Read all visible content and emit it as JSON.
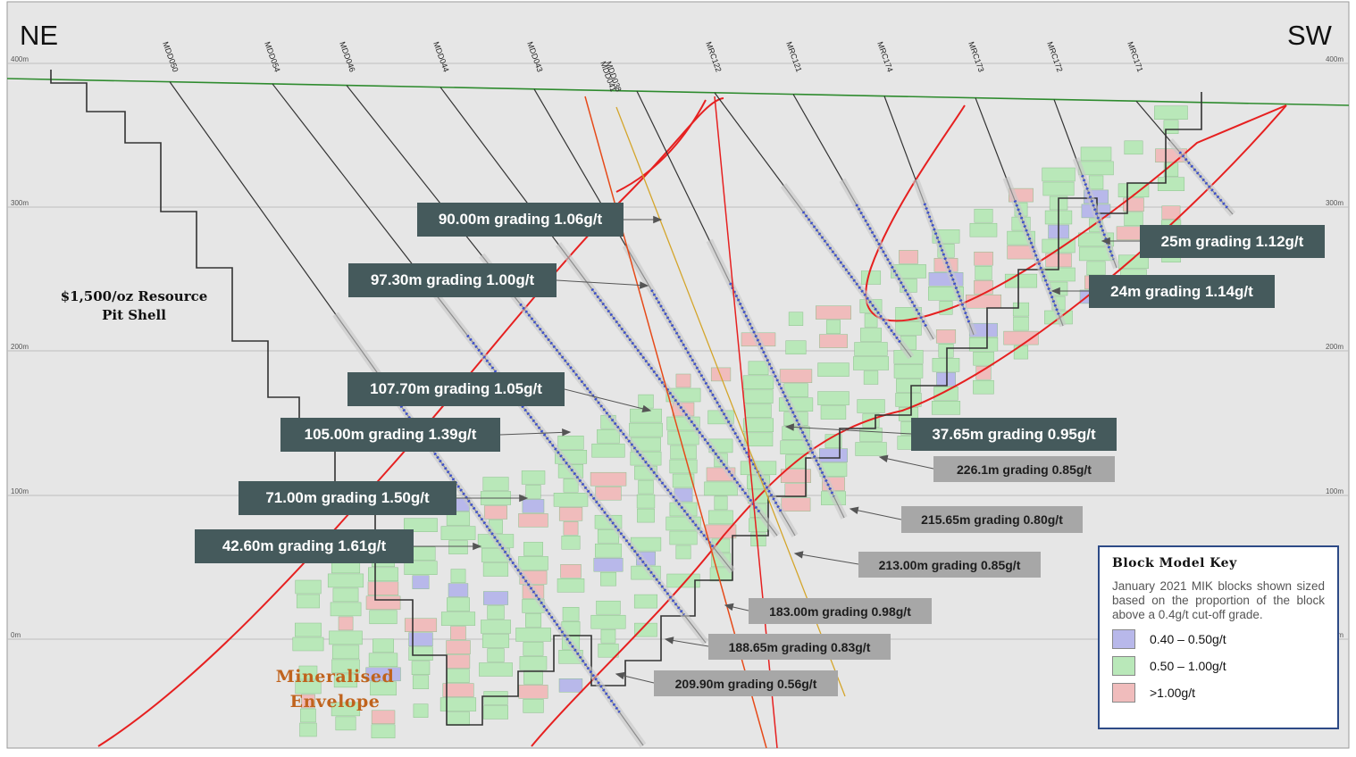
{
  "orientation": {
    "left": "NE",
    "right": "SW"
  },
  "elevation_labels": [
    "400m",
    "300m",
    "200m",
    "100m",
    "0m"
  ],
  "pit_shell_label": {
    "line1": "$1,500/oz Resource",
    "line2": "Pit Shell"
  },
  "envelope_label": {
    "line1": "Mineralised",
    "line2": "Envelope"
  },
  "drill_holes": [
    "MDD050",
    "MDD054",
    "MDD046",
    "MDD044",
    "MDD043",
    "MRC122",
    "MRC121",
    "MRC174",
    "MRC173",
    "MRC172",
    "MRC171"
  ],
  "overlapping_holes": [
    "MDD041",
    "MDD038"
  ],
  "intercepts_dark": [
    "90.00m grading 1.06g/t",
    "97.30m grading 1.00g/t",
    "107.70m grading 1.05g/t",
    "105.00m grading 1.39g/t",
    "71.00m grading 1.50g/t",
    "42.60m grading 1.61g/t",
    "25m grading 1.12g/t",
    "24m grading 1.14g/t",
    "37.65m grading 0.95g/t"
  ],
  "intercepts_light": [
    "226.1m grading 0.85g/t",
    "215.65m grading 0.80g/t",
    "213.00m grading 0.85g/t",
    "183.00m grading 0.98g/t",
    "188.65m grading 0.83g/t",
    "209.90m grading 0.56g/t"
  ],
  "block_model_key": {
    "title": "Block Model Key",
    "description": "January 2021 MIK blocks shown sized based on the proportion of the block above a 0.4g/t cut-off grade.",
    "items": [
      {
        "label": "0.40 – 0.50g/t",
        "color": "#b8b8ea"
      },
      {
        "label": "0.50 – 1.00g/t",
        "color": "#b9e8b9"
      },
      {
        "label": ">1.00g/t",
        "color": "#f0bcbc"
      }
    ]
  },
  "colors": {
    "topography": "#2e8b2e",
    "envelope": "#e62020",
    "pit_shell": "#333333",
    "background": "#e6e6e6",
    "callout_dark": "#455a5c",
    "callout_light": "#a7a7a7"
  }
}
